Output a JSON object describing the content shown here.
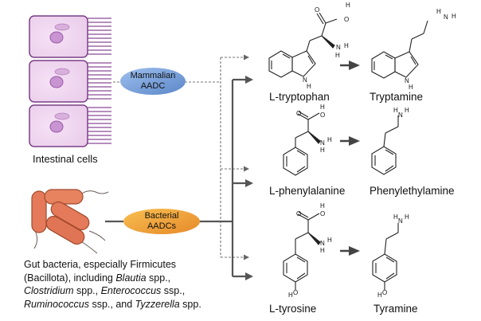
{
  "sources": {
    "intestinal": {
      "label": "Intestinal cells"
    },
    "bacteria": {
      "line1": "Gut bacteria, especially Firmicutes",
      "line2_a": "(Bacillota), including ",
      "line2_i": "Blautia",
      "line2_b": " spp.,",
      "line3_i1": "Clostridium",
      "line3_a": " spp., ",
      "line3_i2": "Enterococcus",
      "line3_b": " ssp.,",
      "line4_i1": "Ruminococcus",
      "line4_a": " ssp., and ",
      "line4_i2": "Tyzzerella",
      "line4_b": " spp."
    }
  },
  "enzymes": {
    "mammalian": {
      "line1": "Mammalian",
      "line2": "AADC",
      "color": "#6f9ad8"
    },
    "bacterial": {
      "line1": "Bacterial",
      "line2": "AADCs",
      "color": "#f0a030"
    }
  },
  "reactions": [
    {
      "substrate": "L-tryptophan",
      "product": "Tryptamine"
    },
    {
      "substrate": "L-phenylalanine",
      "product": "Phenylethylamine"
    },
    {
      "substrate": "L-tyrosine",
      "product": "Tyramine"
    }
  ],
  "atoms": {
    "N": "N",
    "H": "H",
    "O": "O"
  }
}
